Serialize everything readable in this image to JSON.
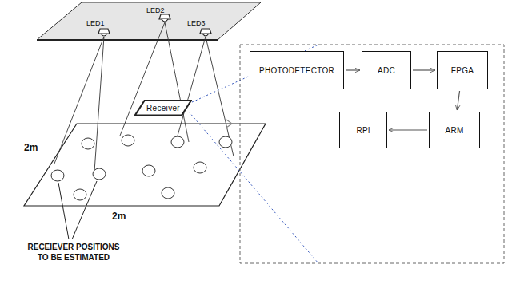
{
  "diagram": {
    "nodes": [
      {
        "text": [
          "Receiver"
        ]
      },
      {
        "text": [
          "PHOTODETECTOR"
        ]
      },
      {
        "text": [
          "ADC"
        ]
      },
      {
        "text": [
          "FPGA"
        ]
      },
      {
        "text": [
          "ARM"
        ]
      },
      {
        "text": [
          "RPi"
        ]
      }
    ],
    "edges": [
      {
        "from": 1,
        "to": 2,
        "arrow": "to"
      },
      {
        "from": 2,
        "to": 3,
        "arrow": "to"
      },
      {
        "from": 3,
        "to": 4,
        "arrow": "to"
      },
      {
        "from": 4,
        "to": 5,
        "arrow": "to"
      }
    ],
    "labels": [
      "LED1",
      "LED2",
      "LED3",
      "2m",
      "2m",
      "RECEIEVER POSITIONS TO BE ESTIMATED"
    ]
  }
}
